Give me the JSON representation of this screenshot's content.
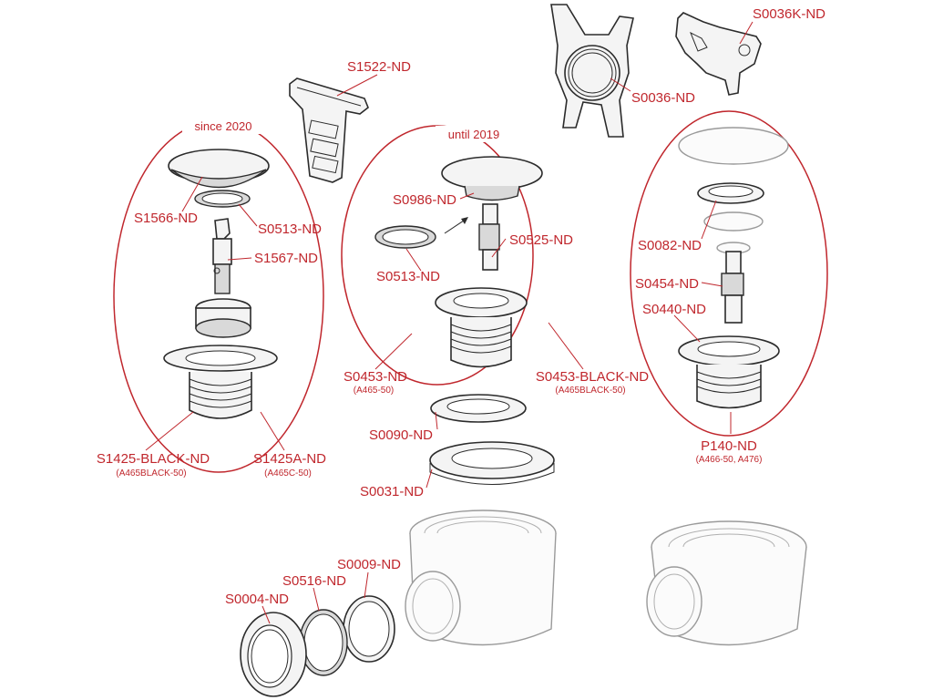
{
  "groups": {
    "left": {
      "title": "since 2020"
    },
    "middle": {
      "title": "until 2019"
    }
  },
  "labels": {
    "s1522": "S1522-ND",
    "s0036": "S0036-ND",
    "s0036k": "S0036K-ND",
    "s1566": "S1566-ND",
    "s0513_left": "S0513-ND",
    "s1567": "S1567-ND",
    "s1425black": "S1425-BLACK-ND",
    "s1425black_sub": "(A465BLACK-50)",
    "s1425a": "S1425A-ND",
    "s1425a_sub": "(A465C-50)",
    "s0986": "S0986-ND",
    "s0513_mid": "S0513-ND",
    "s0525": "S0525-ND",
    "s0453": "S0453-ND",
    "s0453_sub": "(A465-50)",
    "s0453black": "S0453-BLACK-ND",
    "s0453black_sub": "(A465BLACK-50)",
    "s0082": "S0082-ND",
    "s0454": "S0454-ND",
    "s0440": "S0440-ND",
    "p140": "P140-ND",
    "p140_sub": "(A466-50, A476)",
    "s0090": "S0090-ND",
    "s0031": "S0031-ND",
    "s0009": "S0009-ND",
    "s0516": "S0516-ND",
    "s0004": "S0004-ND"
  },
  "colors": {
    "label": "#c0272d",
    "outline": "#2b2b2b"
  }
}
